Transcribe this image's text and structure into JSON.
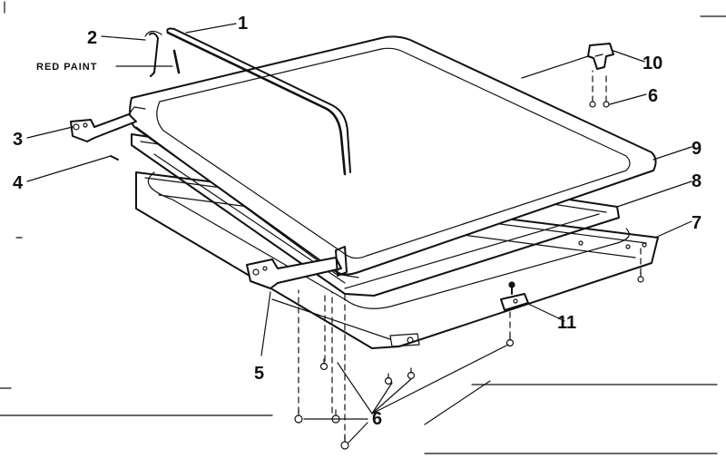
{
  "diagram": {
    "annotation": "RED PAINT",
    "callouts": [
      {
        "id": "1",
        "text": "1"
      },
      {
        "id": "2",
        "text": "2"
      },
      {
        "id": "3",
        "text": "3"
      },
      {
        "id": "4",
        "text": "4"
      },
      {
        "id": "5",
        "text": "5"
      },
      {
        "id": "6a",
        "text": "6"
      },
      {
        "id": "6b",
        "text": "6"
      },
      {
        "id": "6c",
        "text": "6"
      },
      {
        "id": "7",
        "text": "7"
      },
      {
        "id": "8",
        "text": "8"
      },
      {
        "id": "9",
        "text": "9"
      },
      {
        "id": "10",
        "text": "10"
      },
      {
        "id": "11",
        "text": "11"
      }
    ]
  }
}
